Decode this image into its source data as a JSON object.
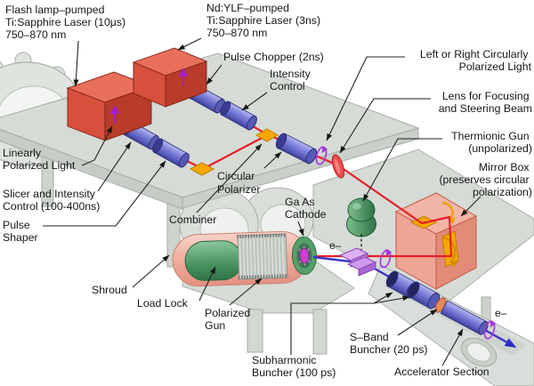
{
  "labels": {
    "flash_laser": {
      "lines": [
        "Flash lamp–pumped",
        "Ti:Sapphire Laser (10μs)",
        "750–870 nm"
      ]
    },
    "ndylf_laser": {
      "lines": [
        "Nd:YLF–pumped",
        "Ti:Sapphire Laser (3ns)",
        "750–870 nm"
      ]
    },
    "pulse_chopper": {
      "lines": [
        "Pulse Chopper (2ns)"
      ]
    },
    "intensity_control": {
      "lines": [
        "Intensity",
        "Control"
      ]
    },
    "circular_light": {
      "lines": [
        "Left or Right Circularly",
        "Polarized Light"
      ]
    },
    "lens": {
      "lines": [
        "Lens for Focusing",
        "and Steering Beam"
      ]
    },
    "thermionic_gun": {
      "lines": [
        "Thermionic Gun",
        "(unpolarized)"
      ]
    },
    "mirror_box": {
      "lines": [
        "Mirror Box",
        "(preserves circular",
        "polarization)"
      ]
    },
    "linearly_polarized": {
      "lines": [
        "Linearly",
        "Polarized Light"
      ]
    },
    "slicer": {
      "lines": [
        "Slicer and Intensity",
        "Control (100-400ns)"
      ]
    },
    "pulse_shaper": {
      "lines": [
        "Pulse",
        "Shaper"
      ]
    },
    "combiner": {
      "lines": [
        "Combiner"
      ]
    },
    "circular_polarizer": {
      "lines": [
        "Circular",
        "Polarizer"
      ]
    },
    "gaas_cathode": {
      "lines": [
        "Ga As",
        "Cathode"
      ]
    },
    "shroud": {
      "lines": [
        "Shroud"
      ]
    },
    "load_lock": {
      "lines": [
        "Load Lock"
      ]
    },
    "polarized_gun": {
      "lines": [
        "Polarized",
        "Gun"
      ]
    },
    "subharmonic_buncher": {
      "lines": [
        "Subharmonic",
        "Buncher (100 ps)"
      ]
    },
    "sband_buncher": {
      "lines": [
        "S–Band",
        "Buncher (20 ps)"
      ]
    },
    "accelerator_section": {
      "lines": [
        "Accelerator Section"
      ]
    },
    "electron_beam": {
      "symbol": "e–"
    }
  },
  "icons": {
    "spin_rotation": "circular-arrow",
    "linear_polarization": "up-arrow",
    "electron_direction": "arrowhead"
  },
  "colors": {
    "beam_red": "#e81f2a",
    "electron_blue": "#3c35c8",
    "component_blue": "#7b7fd4",
    "mirror_yellow": "#f6a800",
    "polarization_purple": "#a43cd8",
    "laser_red": "#d6503c",
    "gun_green": "#4f9c64",
    "shroud_pink": "#f2b3a7",
    "mirror_box_pink": "#efa08f",
    "structure_gray": "#d6dbd6",
    "cathode_magenta": "#cf3fd0"
  }
}
